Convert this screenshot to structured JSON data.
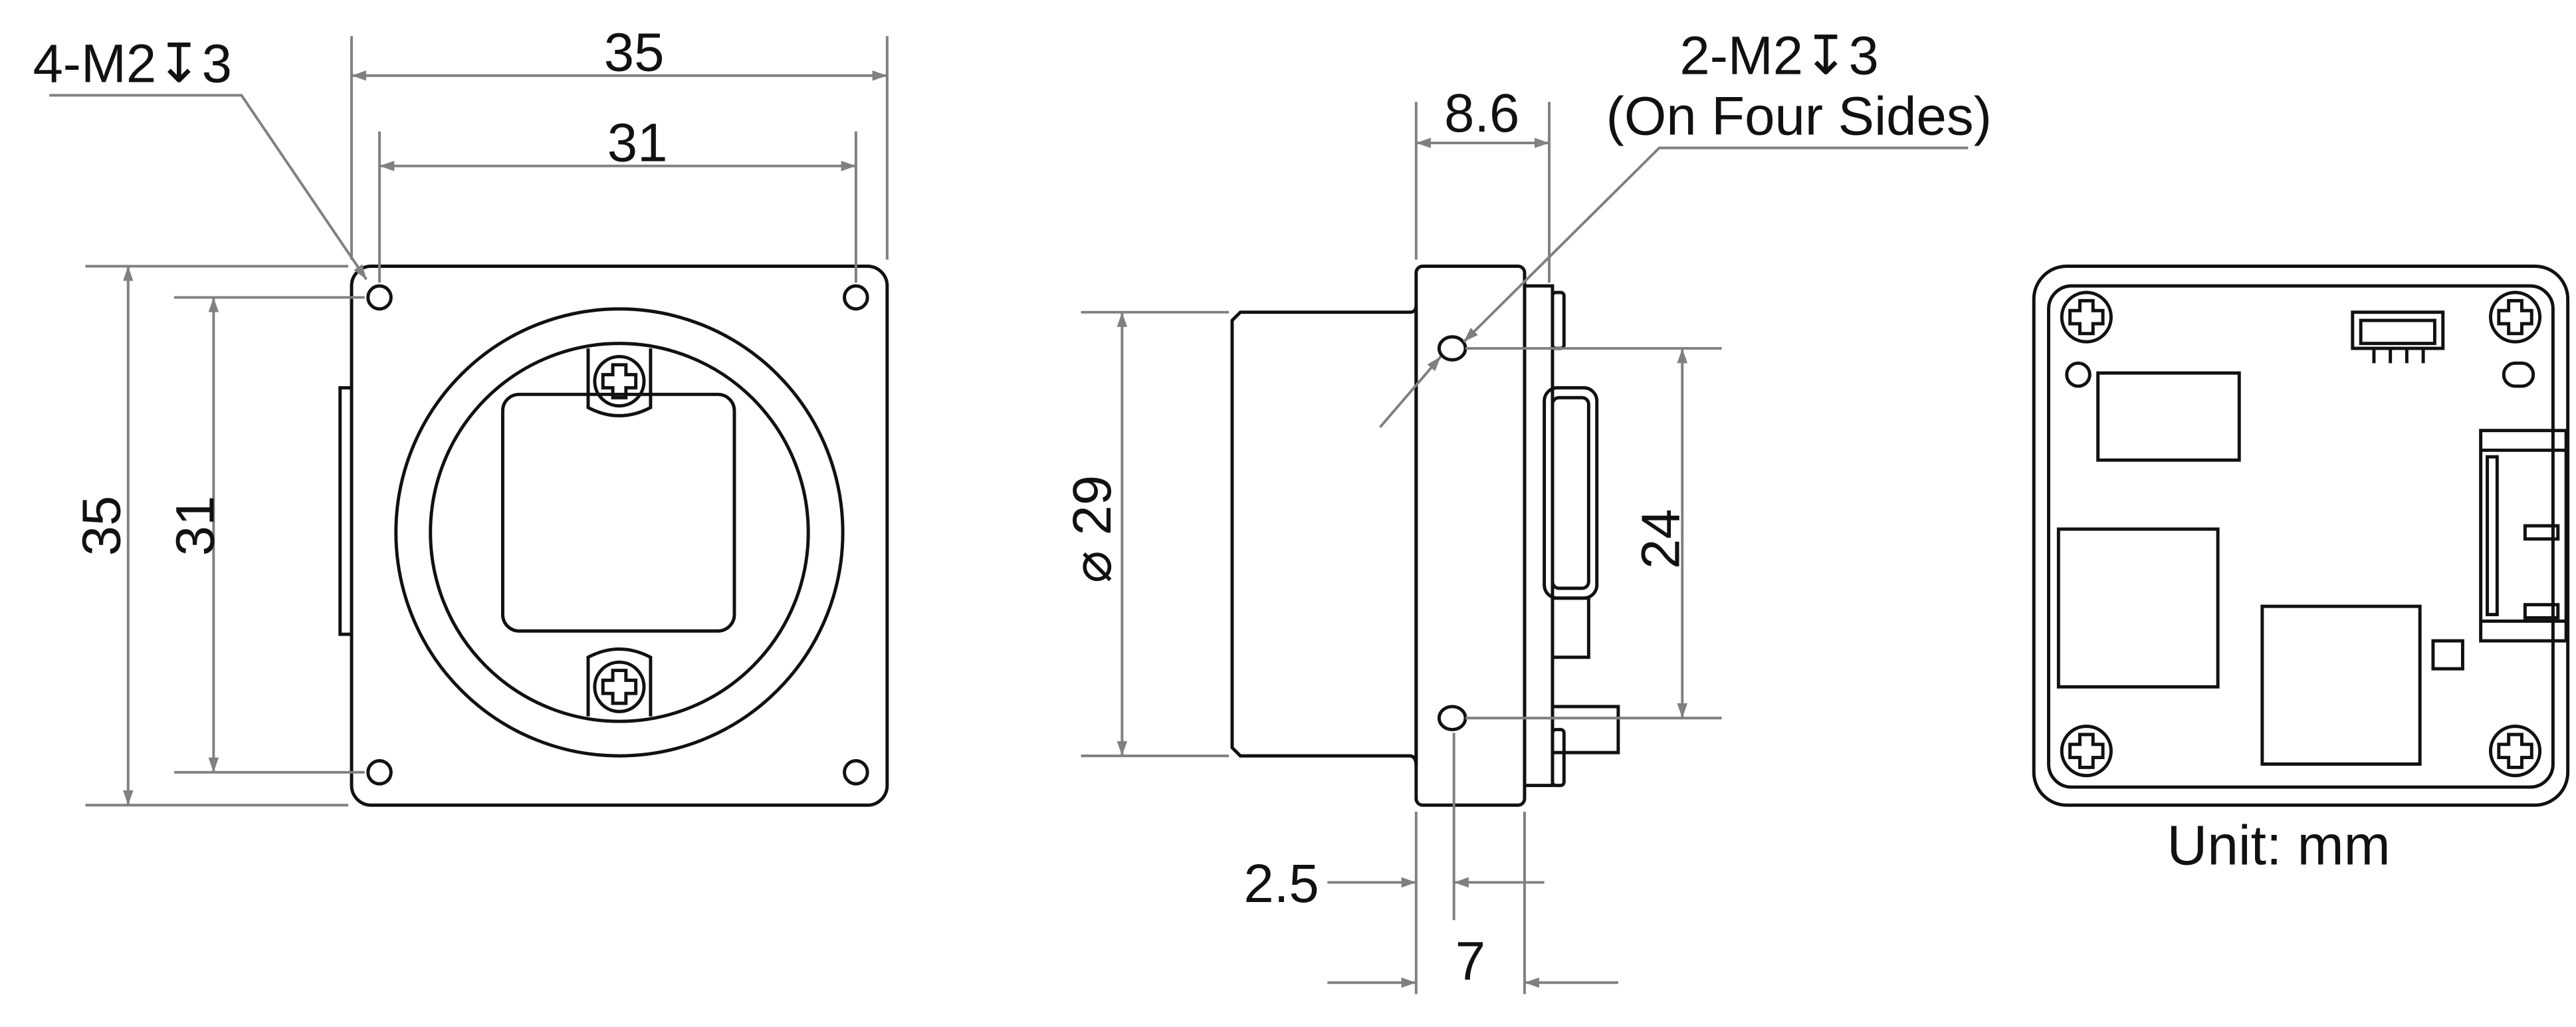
{
  "front_view": {
    "width_outer": "35",
    "width_holes": "31",
    "height_outer": "35",
    "height_holes": "31",
    "hole_callout": "4-M2↧3"
  },
  "side_view": {
    "depth_body": "8.6",
    "hole_callout": "2-M2↧3",
    "hole_callout_note": "(On Four Sides)",
    "lens_diameter": "⌀ 29",
    "hole_spacing": "24",
    "hole_offset": "2.5",
    "body_thickness": "7"
  },
  "rear_view": {
    "unit_label": "Unit: mm"
  },
  "colors": {
    "outline": "#111111",
    "dimension": "#808080"
  }
}
